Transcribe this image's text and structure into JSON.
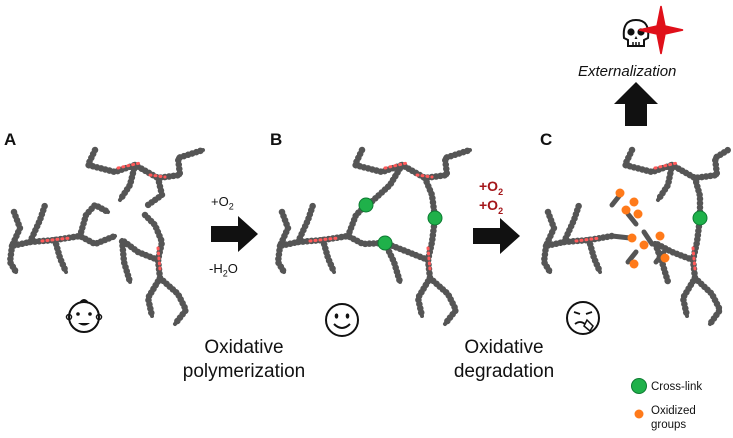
{
  "panels": {
    "a": {
      "letter": "A"
    },
    "b": {
      "letter": "B"
    },
    "c": {
      "letter": "C"
    }
  },
  "step1": {
    "plus_prefix": "+O",
    "plus_sub": "2",
    "minus_prefix": "-H",
    "minus_sub": "2",
    "minus_suffix": "O",
    "label_line1": "Oxidative",
    "label_line2": "polymerization"
  },
  "step2": {
    "line1_prefix": "+O",
    "line1_sub": "2",
    "line2_prefix": "+O",
    "line2_sub": "2",
    "label_line1": "Oxidative",
    "label_line2": "degradation"
  },
  "top": {
    "label": "Externalization"
  },
  "legend": {
    "crosslink": "Cross-link",
    "oxidized_line1": "Oxidized",
    "oxidized_line2": "groups"
  },
  "colors": {
    "chain": "#555555",
    "ester_highlight": "#ff5a5a",
    "crosslink": "#1fb14a",
    "oxidized": "#ff7a1a",
    "arrow": "#111111",
    "red_text": "#a4161a",
    "spark": "#e0101a"
  },
  "icons": [
    "baby-face-icon",
    "smiling-face-icon",
    "sick-face-icon",
    "skull-icon"
  ]
}
